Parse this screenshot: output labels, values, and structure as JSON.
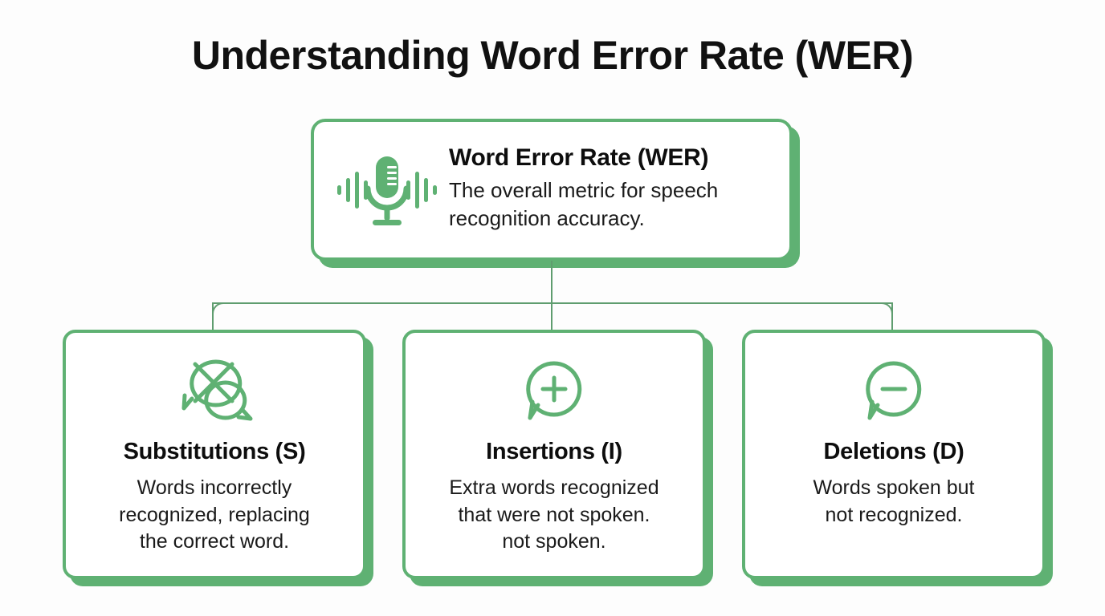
{
  "page": {
    "title": "Understanding Word Error Rate (WER)",
    "background_color": "#fdfdfd",
    "accent_color": "#5fb173",
    "connector_color": "#5f9d6f",
    "text_color": "#0d0d0d"
  },
  "root_card": {
    "icon": "microphone-waveform-icon",
    "title": "Word Error Rate (WER)",
    "description_line_1": "The overall metric for speech",
    "description_line_2": "recognition accuracy."
  },
  "leaf_cards": [
    {
      "icon": "crossed-speech-bubbles-icon",
      "title": "Substitutions (S)",
      "description_lines": [
        "Words incorrectly",
        "recognized, replacing",
        "the correct word."
      ]
    },
    {
      "icon": "speech-bubble-plus-icon",
      "title": "Insertions (I)",
      "description_lines": [
        "Extra words recognized",
        "that were not spoken.",
        "not spoken."
      ]
    },
    {
      "icon": "speech-bubble-minus-icon",
      "title": "Deletions (D)",
      "description_lines": [
        "Words spoken but",
        "not recognized."
      ]
    }
  ]
}
